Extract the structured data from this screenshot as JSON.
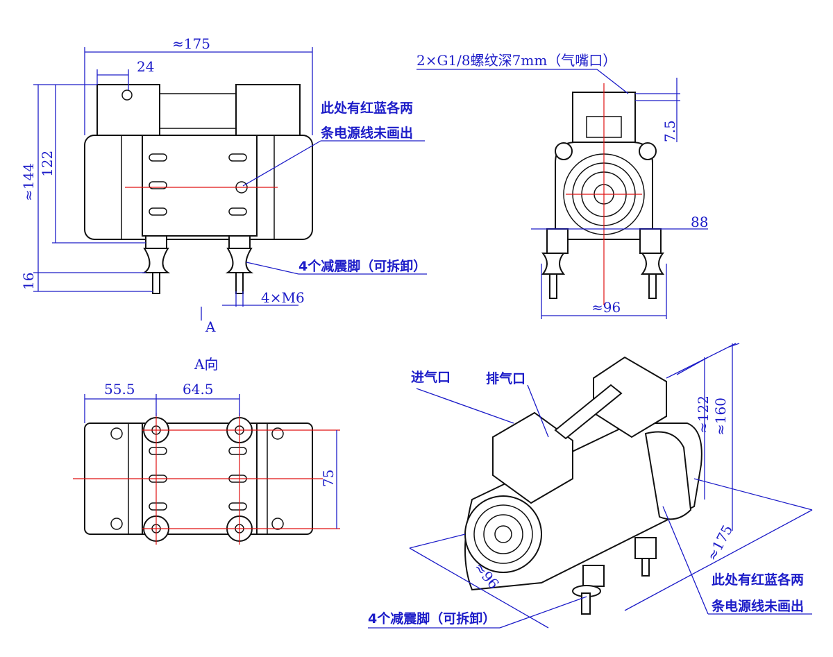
{
  "front_view": {
    "width_dim": "≈175",
    "port_offset_dim": "24",
    "overall_height_dim": "≈144",
    "body_height_dim": "122",
    "foot_height_dim": "16",
    "feet_note": "4个减震脚（可拆卸）",
    "thread_dim": "4×M6",
    "view_arrow_label": "A",
    "wire_note_line1": "此处有红蓝各两",
    "wire_note_line2": "条电源线未画出"
  },
  "side_view": {
    "port_note": "2×G1/8螺纹深7mm（气嘴口）",
    "port_depth_dim": "7.5",
    "mount_spacing_dim": "88",
    "width_dim": "≈96"
  },
  "bottom_view": {
    "title": "A向",
    "offset_dim": "55.5",
    "spacing_dim": "64.5",
    "depth_dim": "75"
  },
  "iso_view": {
    "inlet_label": "进气口",
    "outlet_label": "排气口",
    "body_height_dim": "≈122",
    "overall_height_dim": "≈160",
    "length_dim": "≈175",
    "width_dim": "≈96",
    "feet_note": "4个减震脚（可拆卸）",
    "wire_note_line1": "此处有红蓝各两",
    "wire_note_line2": "条电源线未画出"
  }
}
